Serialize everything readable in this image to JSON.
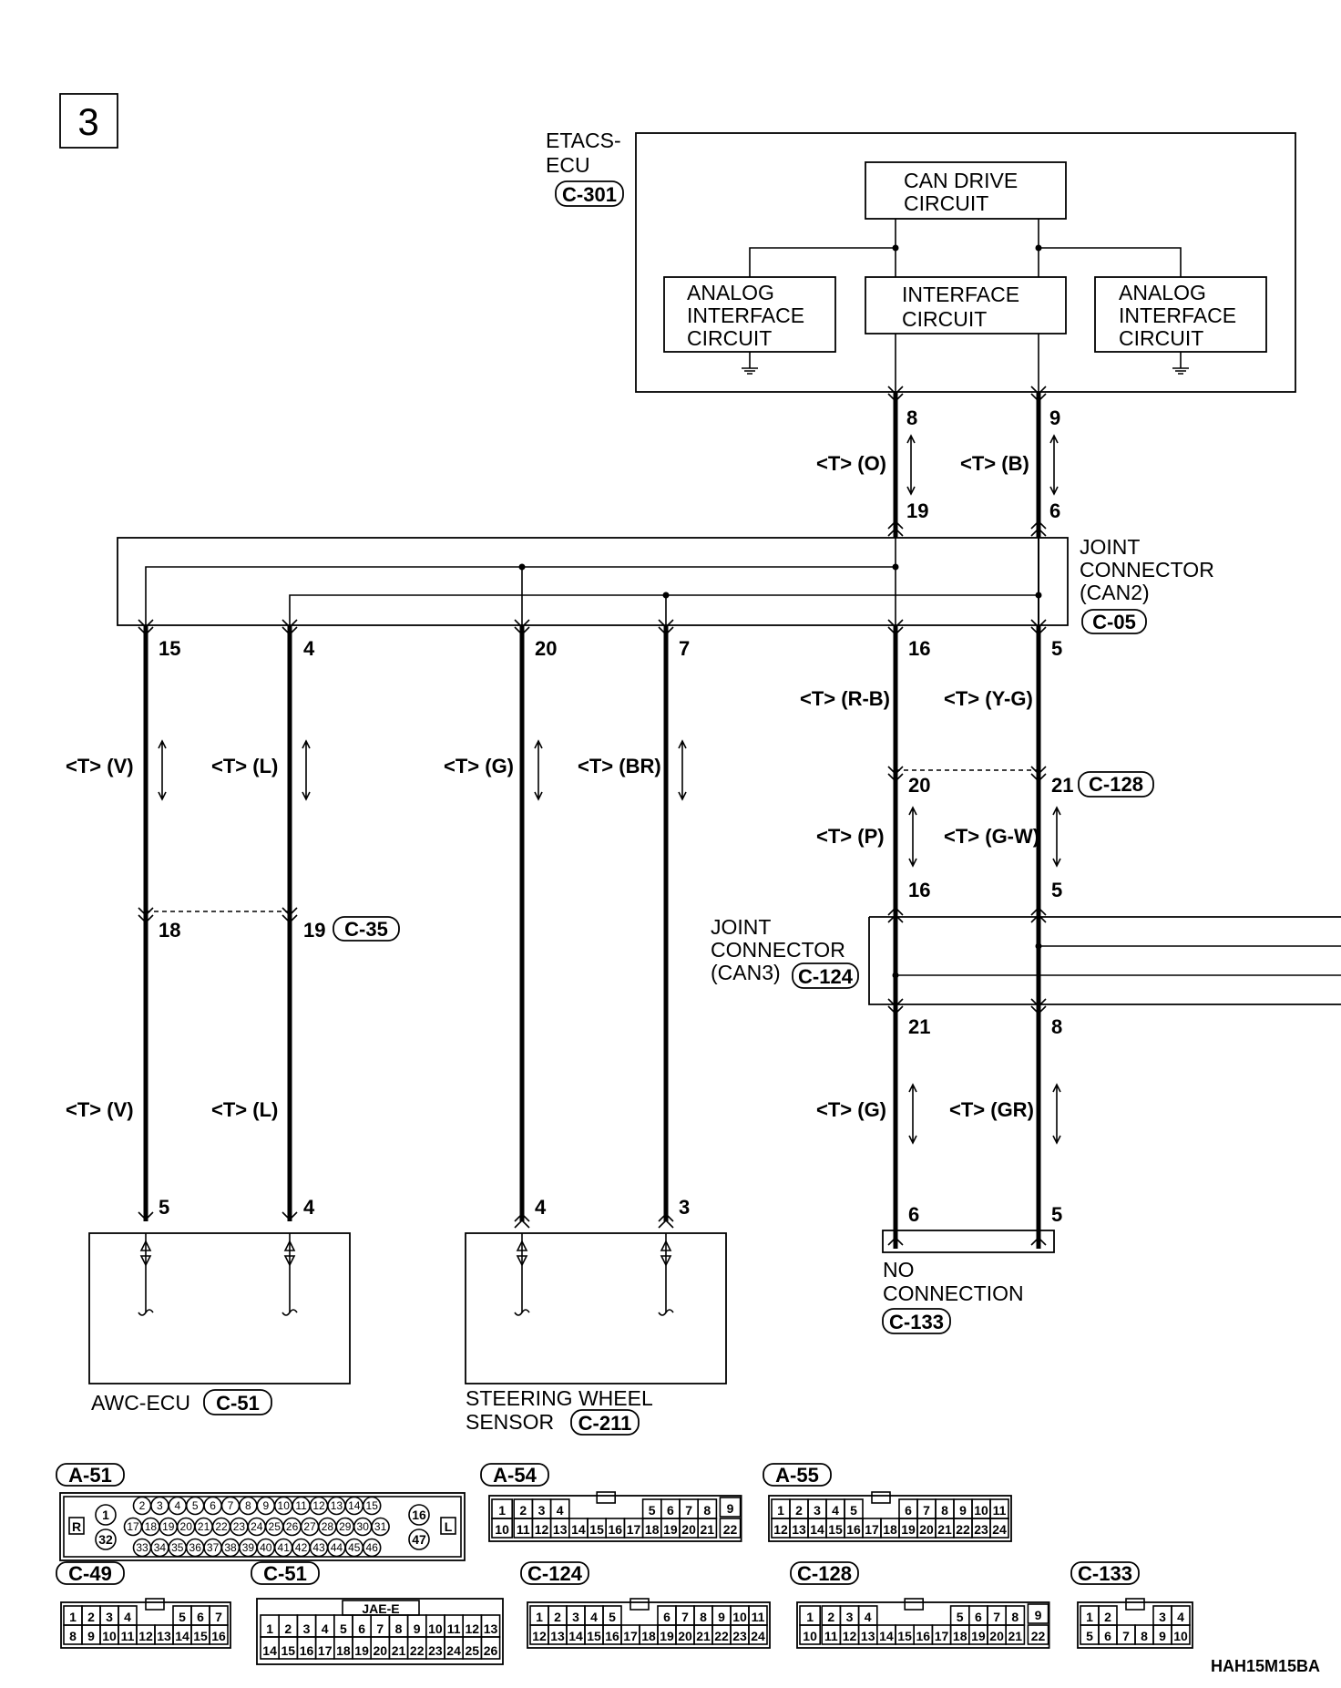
{
  "section_number": "3",
  "etacs": {
    "name_line1": "ETACS-",
    "name_line2": "ECU",
    "connector": "C-301",
    "can_drive_line1": "CAN DRIVE",
    "can_drive_line2": "CIRCUIT",
    "interface_line1": "INTERFACE",
    "interface_line2": "CIRCUIT",
    "analog_line1": "ANALOG",
    "analog_line2": "INTERFACE",
    "analog_line3": "CIRCUIT",
    "pin_left": "8",
    "pin_right": "9"
  },
  "can2": {
    "line1": "JOINT",
    "line2": "CONNECTOR",
    "line3": "(CAN2)",
    "connector": "C-05",
    "top_pin_left": "19",
    "top_pin_right": "6",
    "bottom_pins": [
      "15",
      "4",
      "20",
      "7",
      "16",
      "5"
    ]
  },
  "wires": {
    "etacs_left": "<T> (O)",
    "etacs_right": "<T> (B)",
    "can2_16": "<T> (R-B)",
    "can2_5": "<T> (Y-G)",
    "c128_20": "<T> (P)",
    "c128_21": "<T> (G-W)",
    "awc_upper_left": "<T> (V)",
    "awc_upper_right": "<T> (L)",
    "awc_lower_left": "<T> (V)",
    "awc_lower_right": "<T> (L)",
    "sws_left": "<T> (G)",
    "sws_right": "<T> (BR)",
    "can3_21": "<T> (G)",
    "can3_8": "<T> (GR)"
  },
  "c128": {
    "connector": "C-128",
    "pin_left": "20",
    "pin_right": "21",
    "pin_below_left": "16",
    "pin_below_right": "5"
  },
  "c35": {
    "connector": "C-35",
    "pin_left": "18",
    "pin_right": "19"
  },
  "can3": {
    "line1": "JOINT",
    "line2": "CONNECTOR",
    "line3": "(CAN3)",
    "connector": "C-124",
    "pin_left": "21",
    "pin_right": "8"
  },
  "awc": {
    "name": "AWC-ECU",
    "connector": "C-51",
    "pin_left": "5",
    "pin_right": "4"
  },
  "sws": {
    "name_line1": "STEERING WHEEL",
    "name_line2": "SENSOR",
    "connector": "C-211",
    "pin_left": "4",
    "pin_right": "3"
  },
  "noconn": {
    "line1": "NO",
    "line2": "CONNECTION",
    "connector": "C-133",
    "pin_left": "6",
    "pin_right": "5"
  },
  "connectors": {
    "a51": {
      "label": "A-51",
      "side_left": "R",
      "side_right": "L",
      "row1": [
        "2",
        "3",
        "4",
        "5",
        "6",
        "7",
        "8",
        "9",
        "10",
        "11",
        "12",
        "13",
        "14",
        "15"
      ],
      "row2": [
        "17",
        "18",
        "19",
        "20",
        "21",
        "22",
        "23",
        "24",
        "25",
        "26",
        "27",
        "28",
        "29",
        "30",
        "31"
      ],
      "row3": [
        "33",
        "34",
        "35",
        "36",
        "37",
        "38",
        "39",
        "40",
        "41",
        "42",
        "43",
        "44",
        "45",
        "46"
      ],
      "pin1": "1",
      "pin32": "32",
      "pin16": "16",
      "pin47": "47"
    },
    "a54": {
      "label": "A-54",
      "row1": [
        "2",
        "3",
        "4"
      ],
      "row1b": [
        "5",
        "6",
        "7",
        "8"
      ],
      "left_top": "1",
      "right_top": "9",
      "row2": [
        "11",
        "12",
        "13",
        "14",
        "15",
        "16",
        "17",
        "18",
        "19",
        "20",
        "21"
      ],
      "left_bottom": "10",
      "right_bottom": "22"
    },
    "a55": {
      "label": "A-55",
      "row1": [
        "1",
        "2",
        "3",
        "4",
        "5"
      ],
      "row1b": [
        "6",
        "7",
        "8",
        "9",
        "10",
        "11"
      ],
      "row2": [
        "12",
        "13",
        "14",
        "15",
        "16",
        "17",
        "18",
        "19",
        "20",
        "21",
        "22",
        "23",
        "24"
      ]
    },
    "c49": {
      "label": "C-49",
      "row1": [
        "1",
        "2",
        "3",
        "4"
      ],
      "row1b": [
        "5",
        "6",
        "7"
      ],
      "row2": [
        "8",
        "9",
        "10",
        "11",
        "12",
        "13",
        "14",
        "15",
        "16"
      ]
    },
    "c51": {
      "label": "C-51",
      "header": "JAE-E",
      "row1": [
        "1",
        "2",
        "3",
        "4",
        "5",
        "6",
        "7",
        "8",
        "9",
        "10",
        "11",
        "12",
        "13"
      ],
      "row2": [
        "14",
        "15",
        "16",
        "17",
        "18",
        "19",
        "20",
        "21",
        "22",
        "23",
        "24",
        "25",
        "26"
      ]
    },
    "c124": {
      "label": "C-124",
      "row1": [
        "1",
        "2",
        "3",
        "4",
        "5"
      ],
      "row1b": [
        "6",
        "7",
        "8",
        "9",
        "10",
        "11"
      ],
      "row2": [
        "12",
        "13",
        "14",
        "15",
        "16",
        "17",
        "18",
        "19",
        "20",
        "21",
        "22",
        "23",
        "24"
      ]
    },
    "c128b": {
      "label": "C-128",
      "row1": [
        "2",
        "3",
        "4"
      ],
      "row1b": [
        "5",
        "6",
        "7",
        "8"
      ],
      "left_top": "1",
      "right_top": "9",
      "row2": [
        "11",
        "12",
        "13",
        "14",
        "15",
        "16",
        "17",
        "18",
        "19",
        "20",
        "21"
      ],
      "left_bottom": "10",
      "right_bottom": "22"
    },
    "c133": {
      "label": "C-133",
      "row1": [
        "1",
        "2"
      ],
      "row1b": [
        "3",
        "4"
      ],
      "row2": [
        "5",
        "6",
        "7",
        "8",
        "9",
        "10"
      ]
    }
  },
  "figure_code": "HAH15M15BA"
}
